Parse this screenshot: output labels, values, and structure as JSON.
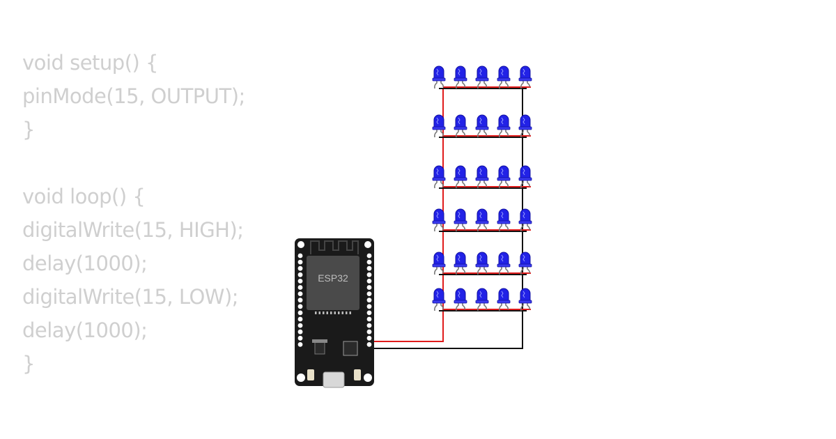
{
  "code": {
    "lines": [
      "void setup() {",
      "pinMode(15, OUTPUT);",
      "}",
      "",
      "void loop() {",
      "digitalWrite(15, HIGH);",
      "delay(1000);",
      "digitalWrite(15, LOW);",
      "delay(1000);",
      "}"
    ]
  },
  "board": {
    "chip_label": "ESP32"
  },
  "led_matrix": {
    "rows": 6,
    "cols": 5,
    "led_color": "#2222e6"
  },
  "colors": {
    "wire_red": "#e01b1b",
    "wire_black": "#111111",
    "code_text": "#cfcfcf",
    "board": "#1a1a1a"
  }
}
